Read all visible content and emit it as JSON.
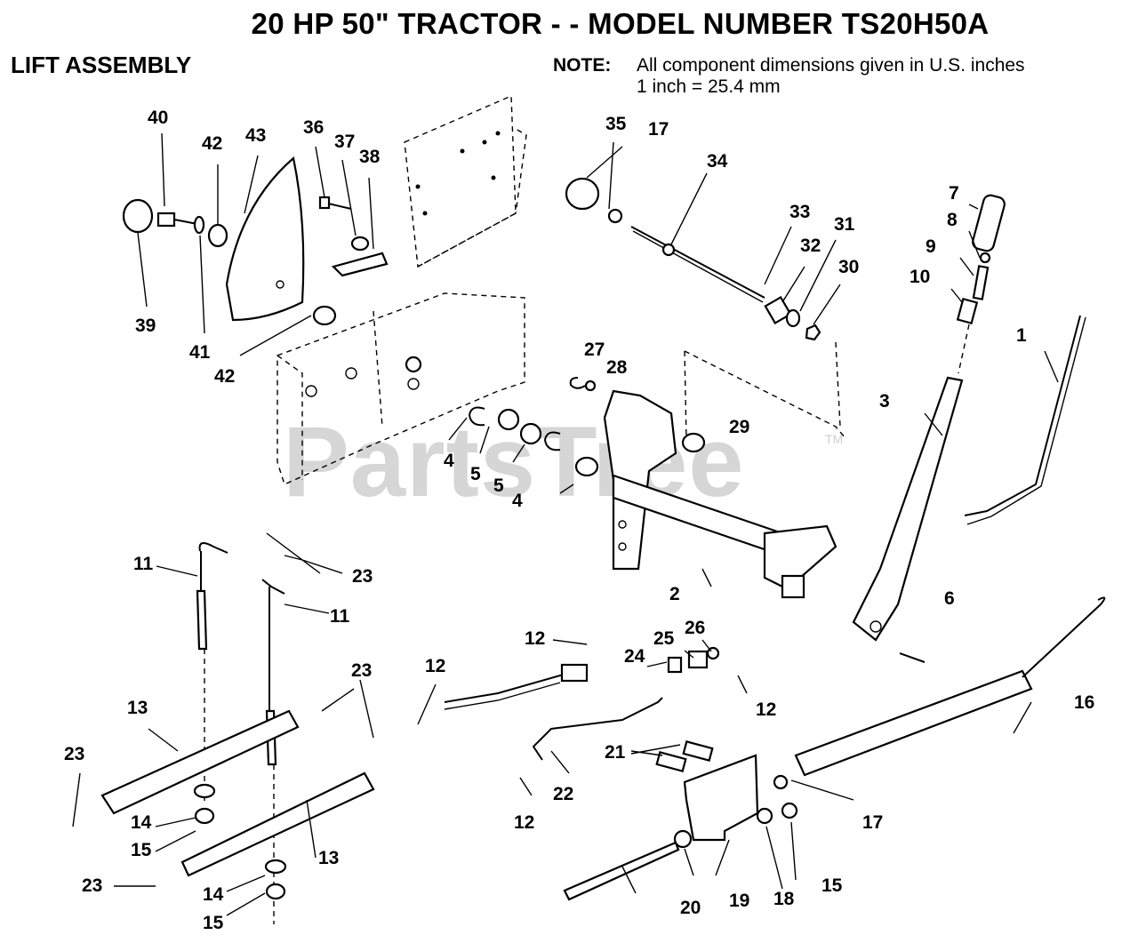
{
  "header": {
    "title": "20 HP 50\" TRACTOR - - MODEL NUMBER TS20H50A",
    "section": "LIFT ASSEMBLY",
    "note_label": "NOTE:",
    "note_line1": "All component dimensions given in U.S. inches",
    "note_line2": "1 inch = 25.4 mm"
  },
  "watermark": {
    "text": "PartsTree",
    "tm": "TM"
  },
  "callouts": [
    "1",
    "2",
    "3",
    "4",
    "4",
    "5",
    "5",
    "6",
    "7",
    "8",
    "9",
    "10",
    "11",
    "11",
    "12",
    "12",
    "12",
    "12",
    "13",
    "13",
    "14",
    "14",
    "15",
    "15",
    "15",
    "16",
    "17",
    "17",
    "18",
    "19",
    "20",
    "21",
    "22",
    "23",
    "23",
    "23",
    "23",
    "24",
    "25",
    "26",
    "27",
    "28",
    "29",
    "30",
    "31",
    "32",
    "33",
    "34",
    "35",
    "36",
    "37",
    "38",
    "39",
    "40",
    "41",
    "42",
    "42",
    "43"
  ]
}
